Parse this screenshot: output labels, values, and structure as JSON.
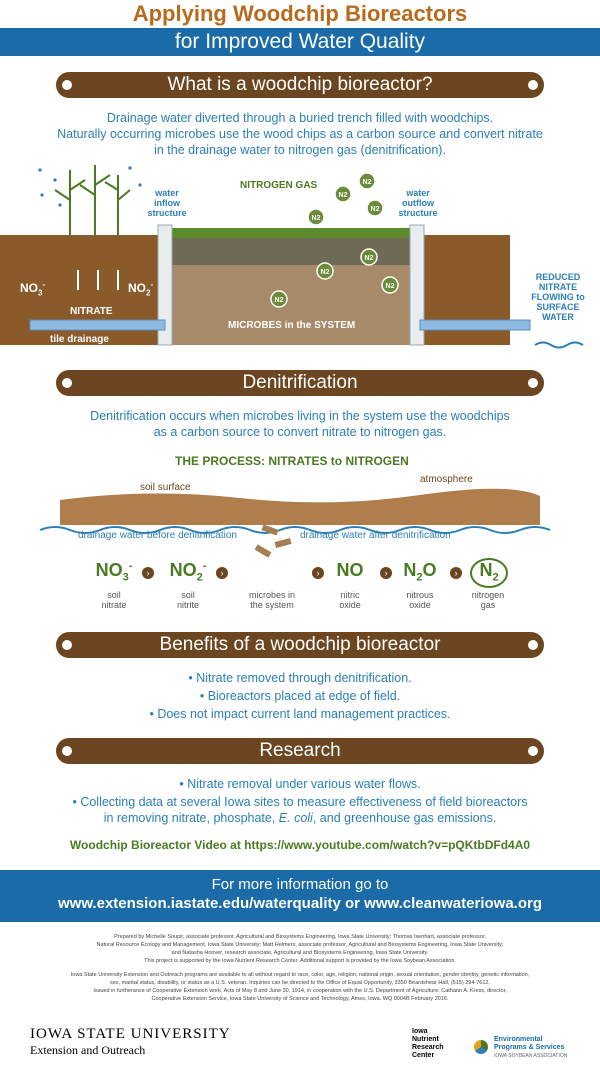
{
  "header": {
    "title": "Applying Woodchip Bioreactors",
    "subtitle": "for Improved Water Quality"
  },
  "section1": {
    "heading": "What is a woodchip bioreactor?",
    "text1": "Drainage water diverted through a buried trench filled with woodchips.",
    "text2": "Naturally occurring microbes use the wood chips as a carbon source and convert nitrate",
    "text3": "in the drainage water to nitrogen gas (denitrification).",
    "diagram": {
      "water_inflow": "water inflow structure",
      "water_outflow": "water outflow structure",
      "nitrogen_gas": "NITROGEN GAS",
      "no3": "NO",
      "no3_sub": "3",
      "no3_sup": "-",
      "no2": "NO",
      "no2_sub": "2",
      "no2_sup": "-",
      "nitrate": "NITRATE",
      "tile_drainage": "tile drainage",
      "microbes": "MICROBES in the SYSTEM",
      "reduced": "REDUCED NITRATE FLOWING to SURFACE WATER",
      "n2": "N",
      "n2_sub": "2"
    }
  },
  "section2": {
    "heading": "Denitrification",
    "text1": "Denitrification occurs when microbes living in the system use the woodchips",
    "text2": "as a carbon source to convert nitrate to nitrogen gas.",
    "process_title": "THE PROCESS: NITRATES to NITROGEN",
    "soil_surface": "soil surface",
    "atmosphere": "atmosphere",
    "before": "drainage water before denitrification",
    "after": "drainage water after denitrification",
    "chems": [
      {
        "main": "NO",
        "sub": "3",
        "sup": "-",
        "label1": "soil",
        "label2": "nitrate"
      },
      {
        "main": "NO",
        "sub": "2",
        "sup": "-",
        "label1": "soil",
        "label2": "nitrite"
      },
      {
        "main": "",
        "sub": "",
        "sup": "",
        "label1": "microbes in",
        "label2": "the system"
      },
      {
        "main": "NO",
        "sub": "",
        "sup": "",
        "label1": "nitric",
        "label2": "oxide"
      },
      {
        "main": "N",
        "sub": "2",
        "sup": "",
        "post": "O",
        "label1": "nitrous",
        "label2": "oxide"
      },
      {
        "main": "N",
        "sub": "2",
        "sup": "",
        "label1": "nitrogen",
        "label2": "gas"
      }
    ]
  },
  "section3": {
    "heading": "Benefits of a woodchip bioreactor",
    "bullets": [
      "Nitrate removed through denitrification.",
      "Bioreactors placed at edge of field.",
      "Does not impact current land management practices."
    ]
  },
  "section4": {
    "heading": "Research",
    "bullet1": "Nitrate removal under various water flows.",
    "bullet2a": "Collecting data at several Iowa sites to measure effectiveness of field bioreactors",
    "bullet2b_pre": "in removing nitrate, phosphate, ",
    "bullet2b_em": "E. coli",
    "bullet2b_post": ", and greenhouse gas emissions.",
    "video": "Woodchip Bioreactor Video at https://www.youtube.com/watch?v=pQKtbDFd4A0"
  },
  "info": {
    "line1": "For more information go to",
    "line2": "www.extension.iastate.edu/waterquality or www.cleanwateriowa.org"
  },
  "credits": {
    "c1": "Prepared by Michelle Soupir, associate professor, Agricultural and Biosystems Engineering, Iowa State University; Thomas Isenhart, associate professor,",
    "c2": "Natural Resource Ecology and Management, Iowa State University; Matt Helmers, associate professor, Agricultural and Biosystems Engineering, Iowa State University;",
    "c3": "and Natasha Hoover, research associate, Agricultural and Biosystems Engineering, Iowa State University.",
    "c4": "This project is supported by the Iowa Nutrient Research Center. Additional support is provided by the Iowa Soybean Association.",
    "c5": "Iowa State University Extension and Outreach programs are available to all without regard to race, color, age, religion, national origin, sexual orientation, gender identity, genetic information,",
    "c6": "sex, marital status, disability, or status as a U.S. veteran. Inquiries can be directed to the Office of Equal Opportunity, 3350 Beardshear Hall, (515) 294-7612.",
    "c7": "Issued in furtherance of Cooperative Extension work, Acts of May 8 and June 30, 1914, in cooperation with the U.S. Department of Agriculture. Cathann A. Kress, director,",
    "c8": "Cooperative Extension Service, Iowa State University of Science and Technology, Ames, Iowa. WQ 0004B February 2016."
  },
  "footer": {
    "isu1": "Iowa State University",
    "isu2": "Extension and Outreach",
    "inrc1": "Iowa",
    "inrc2": "Nutrient",
    "inrc3": "Research",
    "inrc4": "Center",
    "eps1": "Environmental",
    "eps2": "Programs & Services",
    "eps3": "IOWA SOYBEAN ASSOCIATION"
  },
  "colors": {
    "brown": "#6b4620",
    "blue": "#1a6ba8",
    "green": "#4a7a22",
    "orange": "#b86a1d"
  }
}
